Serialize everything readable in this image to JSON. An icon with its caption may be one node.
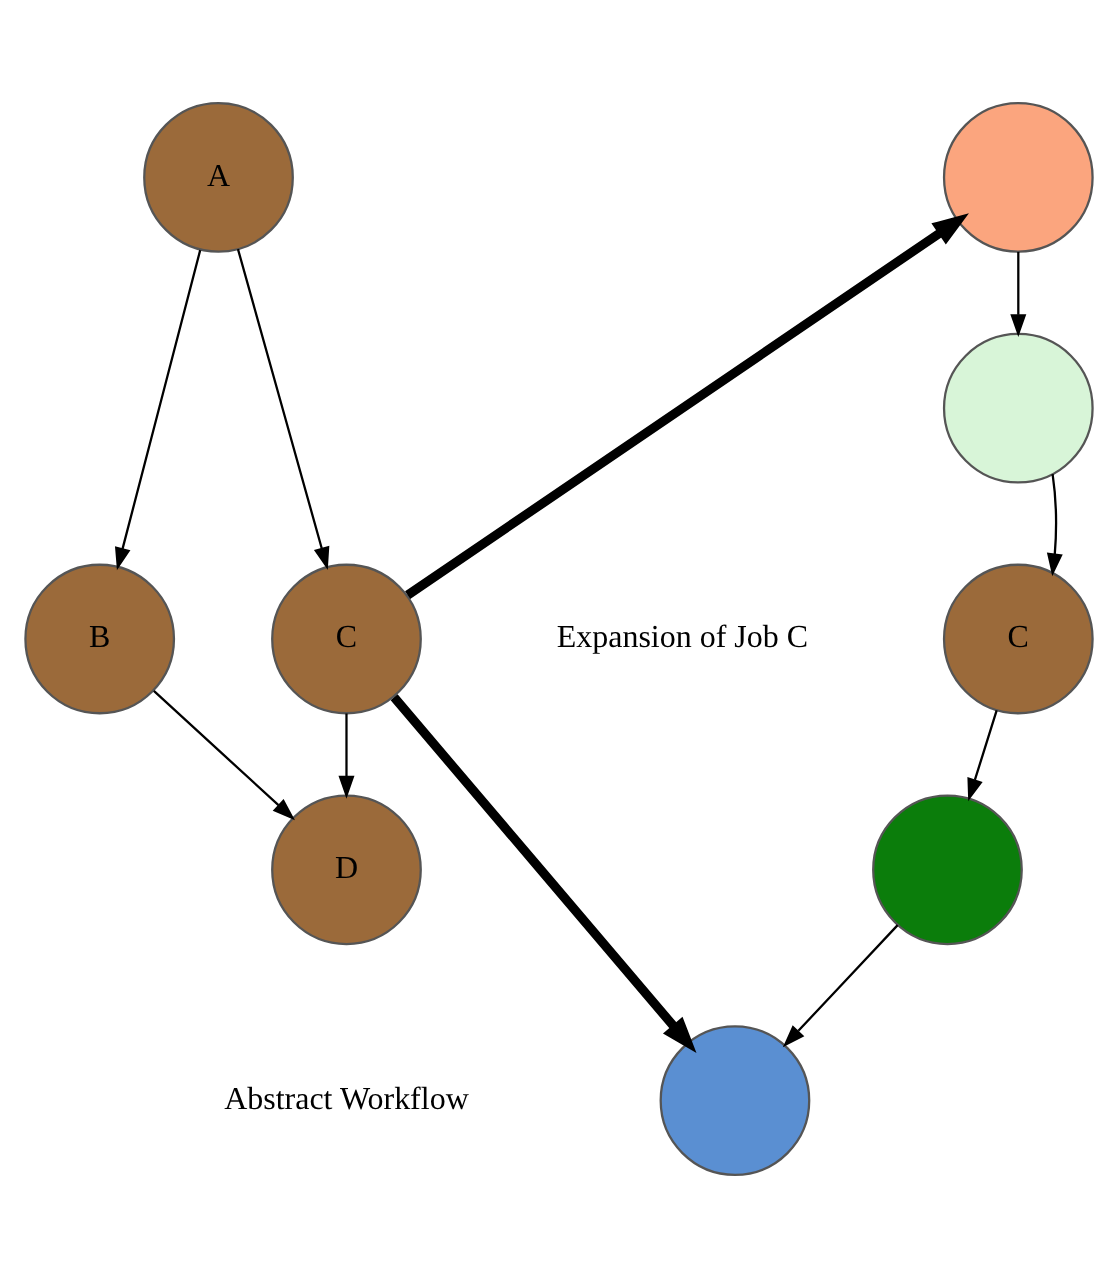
{
  "diagram": {
    "nodes": [
      {
        "text": [
          "A"
        ]
      },
      {
        "text": [
          "B"
        ]
      },
      {
        "text": [
          "C"
        ]
      },
      {
        "text": [
          "D"
        ]
      },
      {
        "text": [],
        "shape": "circle"
      },
      {
        "text": [],
        "shape": "circle"
      },
      {
        "text": [
          "C"
        ]
      },
      {
        "text": [],
        "shape": "circle"
      },
      {
        "text": [],
        "shape": "circle"
      }
    ],
    "edges": [
      {
        "from": 0,
        "to": 1,
        "arrow": "to"
      },
      {
        "from": 0,
        "to": 2,
        "arrow": "to"
      },
      {
        "from": 1,
        "to": 3,
        "arrow": "to"
      },
      {
        "from": 2,
        "to": 3,
        "arrow": "to"
      },
      {
        "from": 2,
        "to": 4,
        "arrow": "to",
        "style": "thick"
      },
      {
        "from": 2,
        "to": 8,
        "arrow": "to",
        "style": "thick"
      },
      {
        "from": 4,
        "to": 5,
        "arrow": "to"
      },
      {
        "from": 5,
        "to": 6,
        "arrow": "to"
      },
      {
        "from": 6,
        "to": 7,
        "arrow": "to"
      },
      {
        "from": 7,
        "to": 8,
        "arrow": "to"
      }
    ],
    "labels": [
      "Expansion of Job C",
      "Abstract Workflow"
    ]
  }
}
